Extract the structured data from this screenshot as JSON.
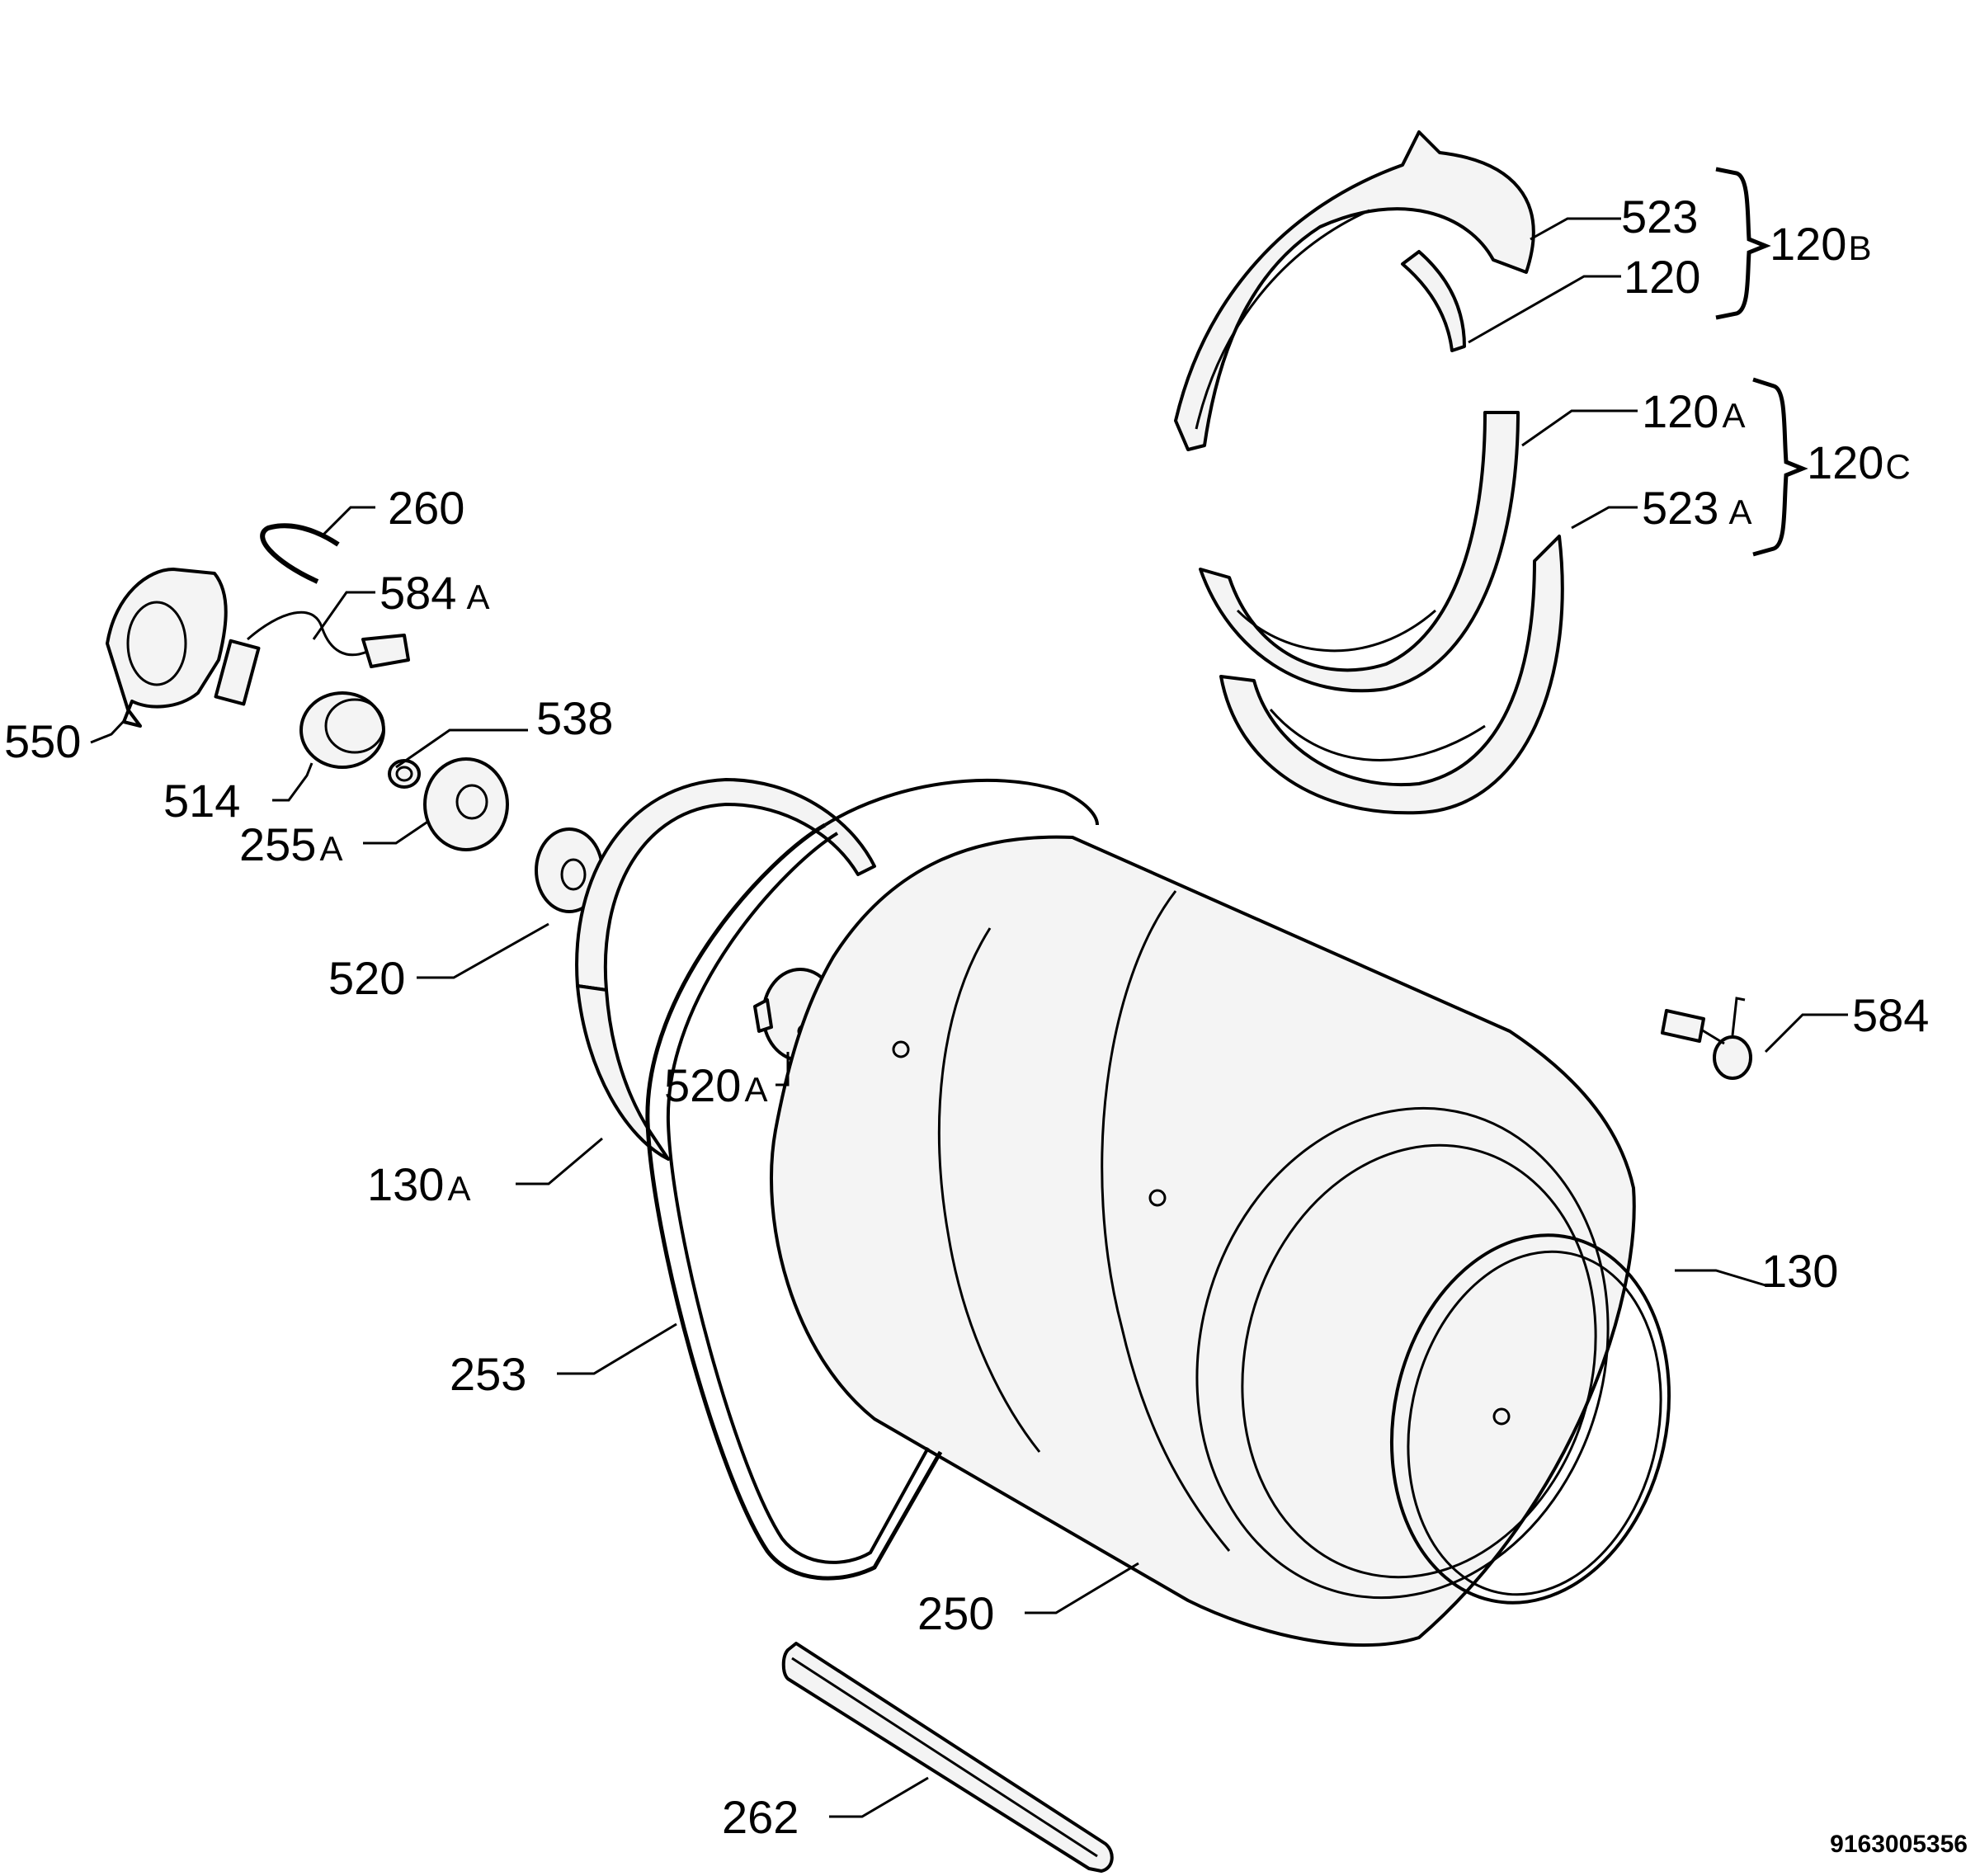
{
  "diagram": {
    "labels": [
      {
        "id": "523",
        "text": "523",
        "suffix": ""
      },
      {
        "id": "120",
        "text": "120",
        "suffix": ""
      },
      {
        "id": "120B",
        "text": "120",
        "suffix": "B"
      },
      {
        "id": "120A",
        "text": "120",
        "suffix": "A"
      },
      {
        "id": "120C",
        "text": "120",
        "suffix": "C"
      },
      {
        "id": "523A",
        "text": "523",
        "suffix": "A"
      },
      {
        "id": "260",
        "text": "260",
        "suffix": ""
      },
      {
        "id": "584A",
        "text": "584",
        "suffix": "A"
      },
      {
        "id": "550",
        "text": "550",
        "suffix": ""
      },
      {
        "id": "538",
        "text": "538",
        "suffix": ""
      },
      {
        "id": "514",
        "text": "514",
        "suffix": ""
      },
      {
        "id": "255A",
        "text": "255",
        "suffix": "A"
      },
      {
        "id": "520",
        "text": "520",
        "suffix": ""
      },
      {
        "id": "520A",
        "text": "520",
        "suffix": "A"
      },
      {
        "id": "584",
        "text": "584",
        "suffix": ""
      },
      {
        "id": "130A",
        "text": "130",
        "suffix": "A"
      },
      {
        "id": "130",
        "text": "130",
        "suffix": ""
      },
      {
        "id": "253",
        "text": "253",
        "suffix": ""
      },
      {
        "id": "250",
        "text": "250",
        "suffix": ""
      },
      {
        "id": "262",
        "text": "262",
        "suffix": ""
      }
    ],
    "drawing_code": "9163005356"
  }
}
